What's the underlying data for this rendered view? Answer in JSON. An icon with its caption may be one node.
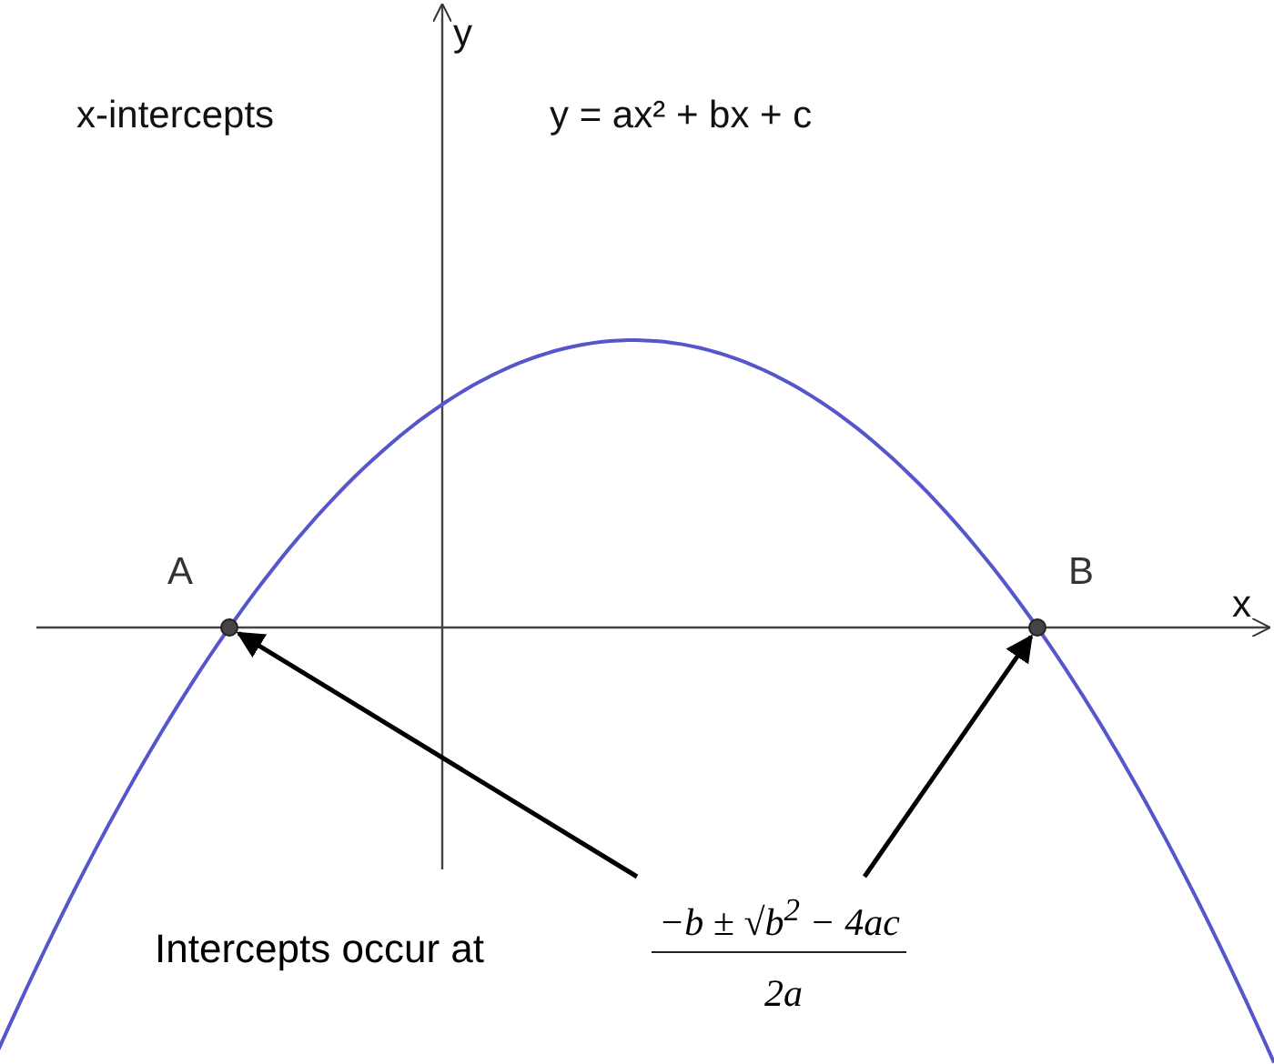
{
  "diagram": {
    "nodes": [
      {
        "text": [
          "Intercepts occur at",
          "−b ± √b$^{2}$ − 4ac",
          "2a"
        ]
      },
      {
        "text": [],
        "shape": "circle",
        "beside": [
          "A"
        ]
      },
      {
        "text": [],
        "shape": "circle",
        "beside": [
          "B"
        ]
      }
    ],
    "edges": [
      {
        "from": 0,
        "to": 1,
        "arrow": "to"
      },
      {
        "from": 0,
        "to": 2,
        "arrow": "to"
      }
    ],
    "labels": [
      "y",
      "x-intercepts",
      "y = ax² + bx + c",
      "x"
    ]
  }
}
